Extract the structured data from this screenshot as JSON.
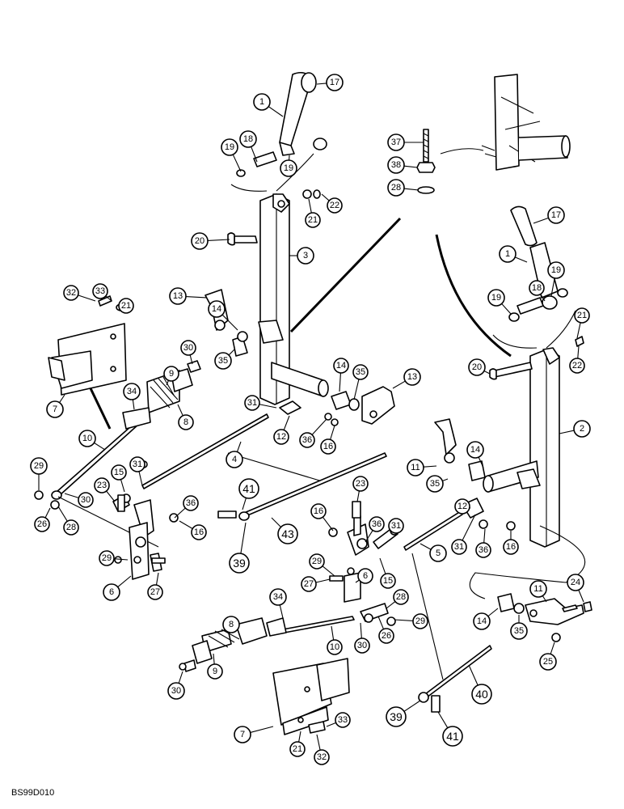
{
  "figure_code": "BS99D010",
  "callouts": [
    "1",
    "2",
    "3",
    "4",
    "5",
    "6",
    "7",
    "8",
    "9",
    "10",
    "11",
    "12",
    "13",
    "14",
    "15",
    "16",
    "17",
    "18",
    "19",
    "20",
    "21",
    "22",
    "23",
    "24",
    "25",
    "26",
    "27",
    "28",
    "29",
    "30",
    "31",
    "32",
    "33",
    "34",
    "35",
    "36",
    "37",
    "38",
    "39",
    "40",
    "41",
    "43"
  ]
}
